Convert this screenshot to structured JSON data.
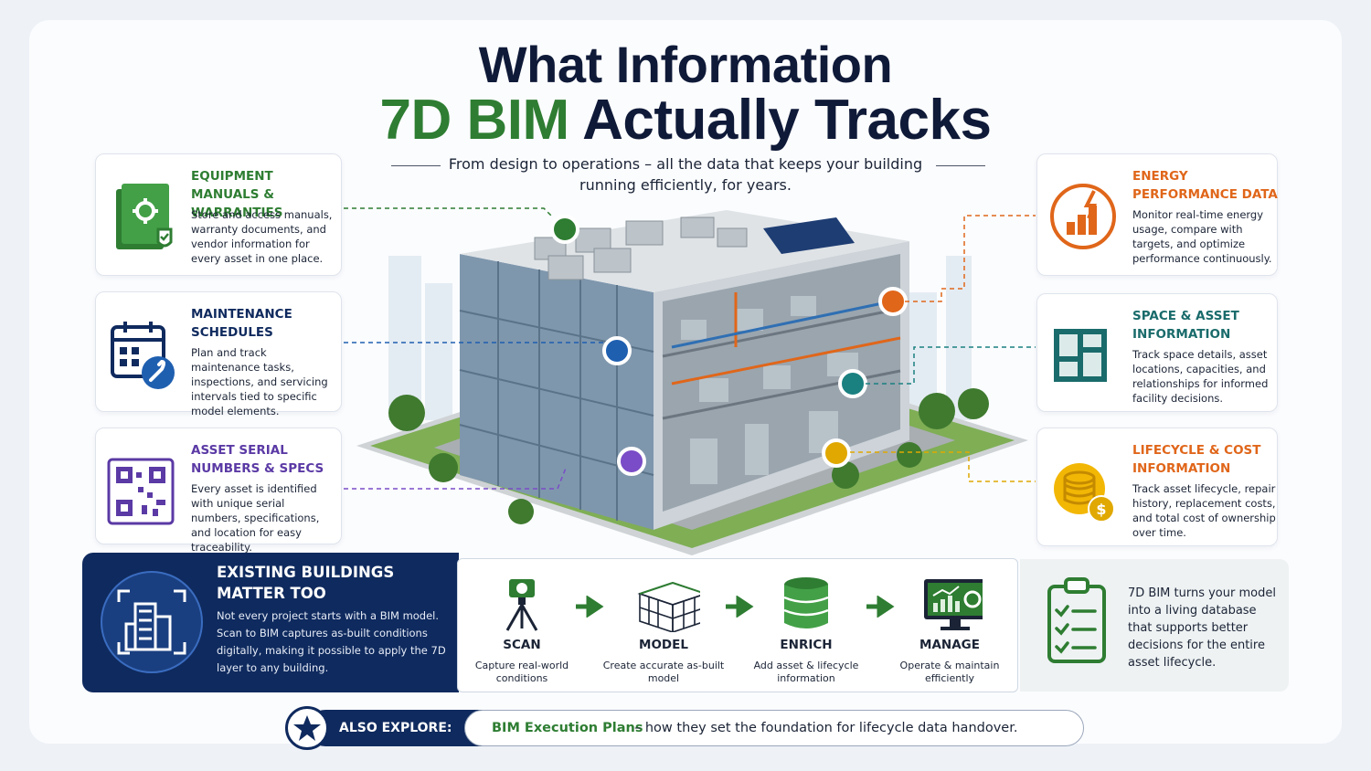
{
  "header": {
    "title_line1": "What Information",
    "title_line2_highlight": "7D BIM",
    "title_line2_rest": " Actually Tracks",
    "subtitle": "From design to operations – all the data that keeps your building running efficiently, for years."
  },
  "colors": {
    "navy": "#0f2a5e",
    "green": "#2e7d32",
    "orange": "#e0661a",
    "purple": "#5b3aa5",
    "teal": "#1a6b6b",
    "gold": "#e0a800"
  },
  "left_cards": [
    {
      "title": "EQUIPMENT MANUALS & WARRANTIES",
      "desc": "Store and access manuals, warranty documents, and vendor information for every asset in one place.",
      "icon": "manual-folder-icon"
    },
    {
      "title": "MAINTENANCE SCHEDULES",
      "desc": "Plan and track maintenance tasks, inspections, and servicing intervals tied to specific model elements.",
      "icon": "calendar-wrench-icon"
    },
    {
      "title": "ASSET SERIAL NUMBERS & SPECS",
      "desc": "Every asset is identified with unique serial numbers, specifications, and location for easy traceability.",
      "icon": "qr-code-icon"
    }
  ],
  "right_cards": [
    {
      "title": "ENERGY PERFORMANCE DATA",
      "desc": "Monitor real-time energy usage, compare with targets, and optimize performance continuously.",
      "icon": "energy-chart-icon"
    },
    {
      "title": "SPACE & ASSET INFORMATION",
      "desc": "Track space details, asset locations, capacities, and relationships for informed facility decisions.",
      "icon": "floorplan-icon"
    },
    {
      "title": "LIFECYCLE & COST INFORMATION",
      "desc": "Track asset lifecycle, repair history, replacement costs, and total cost of ownership over time.",
      "icon": "coins-dollar-icon"
    }
  ],
  "existing": {
    "title": "EXISTING BUILDINGS MATTER TOO",
    "desc": "Not every project starts with a BIM model. Scan to BIM captures as-built conditions digitally, making it possible to apply the 7D layer to any building."
  },
  "process": [
    {
      "label": "SCAN",
      "desc": "Capture real-world conditions",
      "icon": "scanner-tripod-icon"
    },
    {
      "label": "MODEL",
      "desc": "Create accurate as-built model",
      "icon": "wireframe-model-icon"
    },
    {
      "label": "ENRICH",
      "desc": "Add asset & lifecycle information",
      "icon": "database-icon"
    },
    {
      "label": "MANAGE",
      "desc": "Operate & maintain efficiently",
      "icon": "monitor-dashboard-icon"
    }
  ],
  "note": {
    "text": "7D BIM turns your model into a living database that supports better decisions for the entire asset lifecycle.",
    "icon": "clipboard-checklist-icon"
  },
  "explore": {
    "label": "ALSO EXPLORE:",
    "link": "BIM Execution Plans",
    "rest": "– how they set the foundation for lifecycle data handover."
  }
}
